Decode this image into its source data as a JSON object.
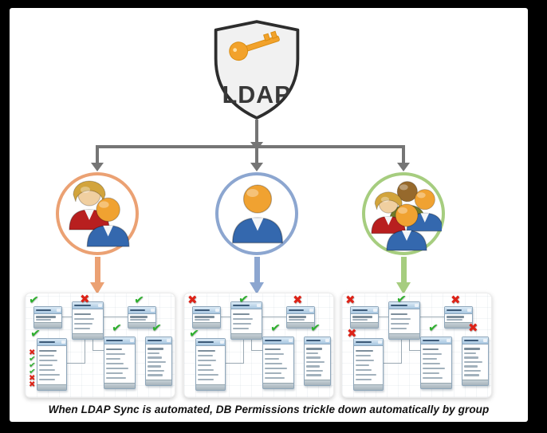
{
  "shield": {
    "label": "LDAP"
  },
  "caption": "When LDAP Sync is automated, DB Permissions trickle down automatically by group",
  "glyphs": {
    "check": "✔",
    "cross": "✖"
  },
  "colors": {
    "arrow_gray": "#757575",
    "check_green": "#2eb02e",
    "cross_red": "#dd2318",
    "key_orange": "#f2a22b",
    "shield_fill": "#f1f1f1",
    "shield_stroke": "#2d2d2d"
  },
  "groups": [
    {
      "name": "two-person-group",
      "color": "#eba173",
      "members": [
        "woman",
        "man"
      ]
    },
    {
      "name": "single-person-group",
      "color": "#8ca6d0",
      "members": [
        "man"
      ]
    },
    {
      "name": "multi-person-group",
      "color": "#a6cd7f",
      "members": [
        "dark",
        "woman",
        "man",
        "man"
      ]
    }
  ],
  "panels": [
    {
      "name": "group-1-db-permissions",
      "tables": [
        {
          "mark": "check"
        },
        {
          "mark": "cross"
        },
        {
          "mark": "check"
        },
        {
          "mark": "check",
          "row_marks": [
            "cross",
            "check",
            "check",
            "check",
            "cross",
            "cross"
          ]
        },
        {
          "mark": "check"
        },
        {
          "mark": "check"
        }
      ]
    },
    {
      "name": "group-2-db-permissions",
      "tables": [
        {
          "mark": "cross"
        },
        {
          "mark": "check"
        },
        {
          "mark": "cross"
        },
        {
          "mark": "check"
        },
        {
          "mark": "check"
        },
        {
          "mark": "check"
        }
      ]
    },
    {
      "name": "group-3-db-permissions",
      "tables": [
        {
          "mark": "cross"
        },
        {
          "mark": "check"
        },
        {
          "mark": "cross"
        },
        {
          "mark": "cross"
        },
        {
          "mark": "check"
        },
        {
          "mark": "cross"
        }
      ]
    }
  ]
}
